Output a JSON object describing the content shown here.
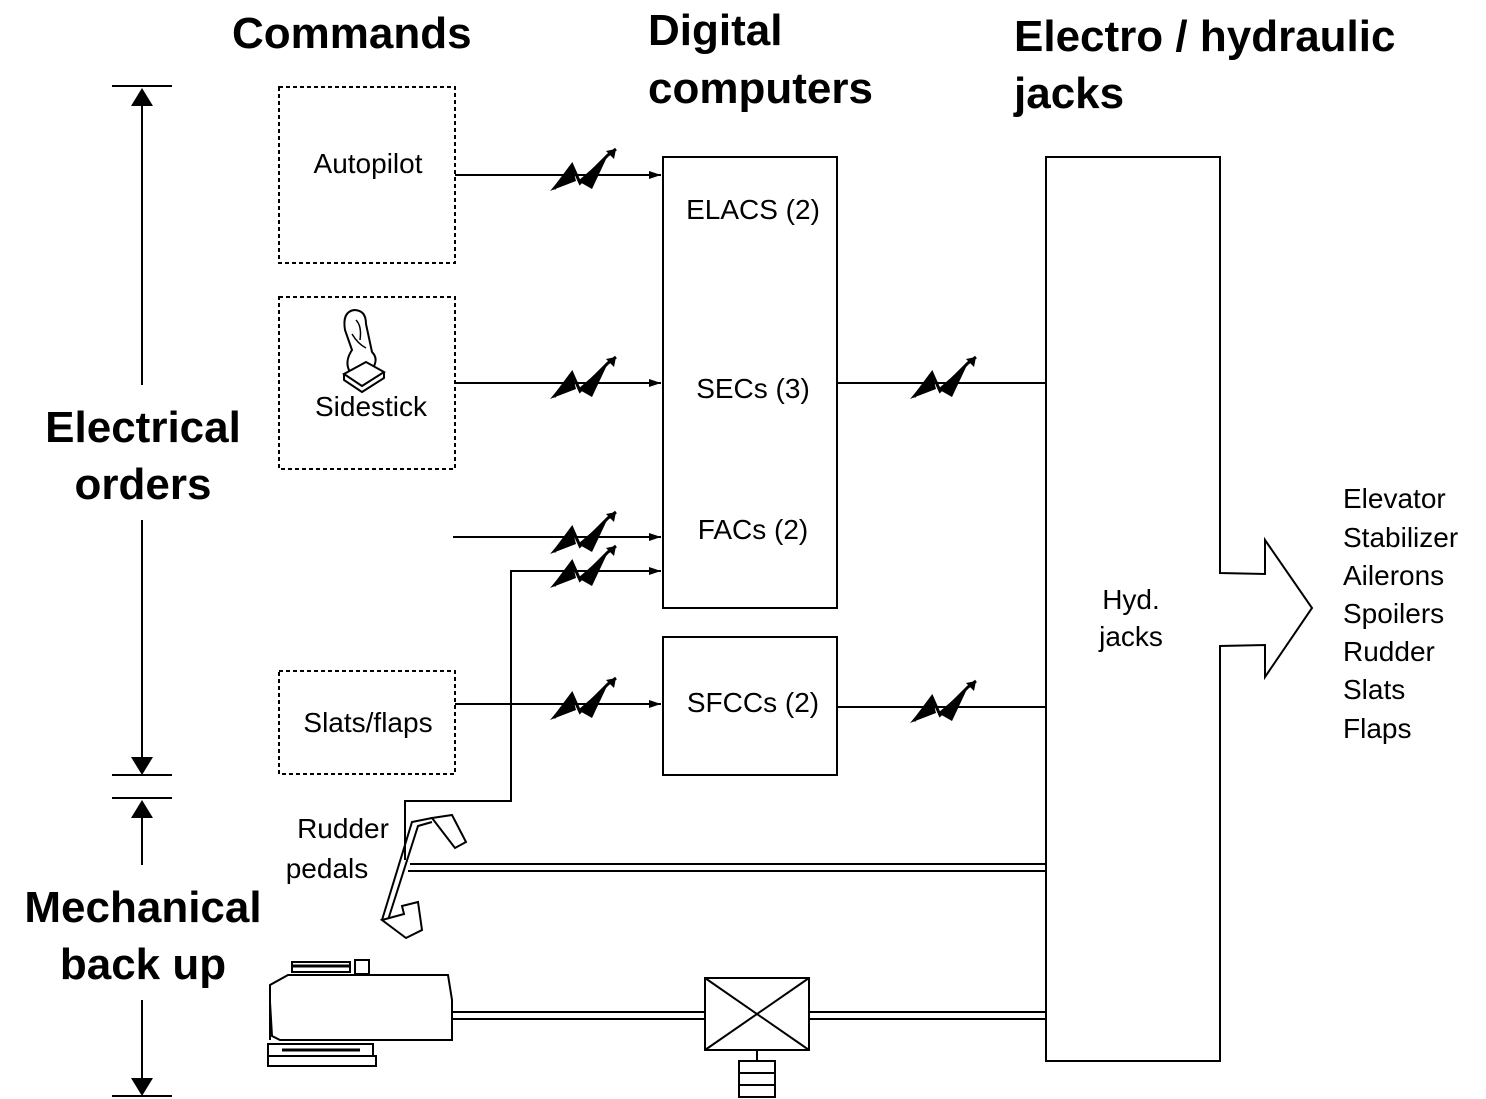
{
  "headers": {
    "commands": "Commands",
    "digital_line1": "Digital",
    "digital_line2": "computers",
    "jacks_line1": "Electro / hydraulic",
    "jacks_line2": "jacks"
  },
  "side_labels": {
    "electrical_line1": "Electrical",
    "electrical_line2": "orders",
    "mechanical_line1": "Mechanical",
    "mechanical_line2": "back up"
  },
  "commands": {
    "autopilot": "Autopilot",
    "sidestick": "Sidestick",
    "slats_flaps": "Slats/flaps",
    "rudder_line1": "Rudder",
    "rudder_line2": "pedals"
  },
  "computers": {
    "elacs": "ELACS (2)",
    "secs": "SECs (3)",
    "facs": "FACs (2)",
    "sfccs": "SFCCs (2)"
  },
  "jacks": {
    "line1": "Hyd.",
    "line2": "jacks"
  },
  "surfaces": [
    "Elevator",
    "Stabilizer",
    "Ailerons",
    "Spoilers",
    "Rudder",
    "Slats",
    "Flaps"
  ],
  "icons": {
    "signal": "electric-signal-icon",
    "sidestick": "sidestick-icon",
    "pedals": "rudder-pedals-icon",
    "trim": "trim-wheel-icon",
    "gearbox": "gearbox-icon"
  }
}
